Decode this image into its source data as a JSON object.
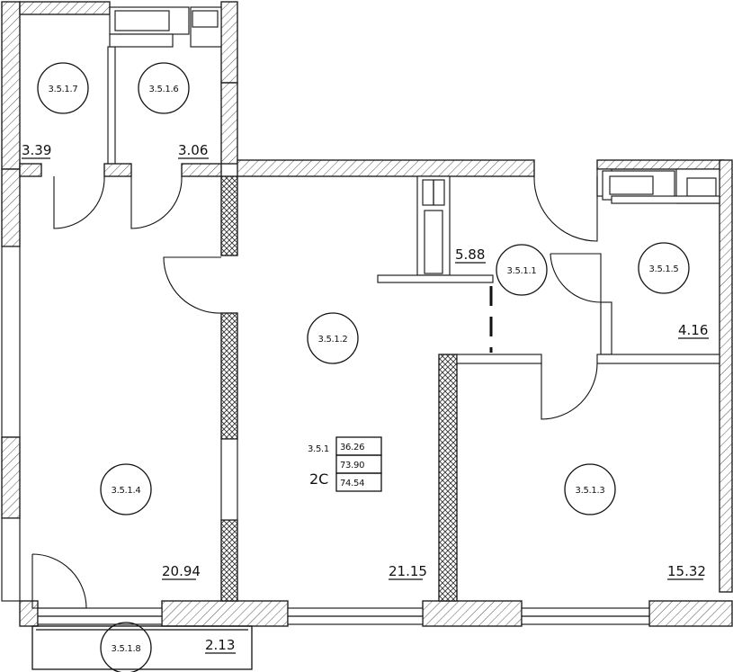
{
  "rooms": [
    {
      "id": "3.5.1.7",
      "area": "3.39"
    },
    {
      "id": "3.5.1.6",
      "area": "3.06"
    },
    {
      "id": "3.5.1.1",
      "area": "5.88"
    },
    {
      "id": "3.5.1.5",
      "area": "4.16"
    },
    {
      "id": "3.5.1.2",
      "area": "21.15"
    },
    {
      "id": "3.5.1.4",
      "area": "20.94"
    },
    {
      "id": "3.5.1.3",
      "area": "15.32"
    },
    {
      "id": "3.5.1.8",
      "area": "2.13"
    }
  ],
  "summary": {
    "apartment": "3.5.1",
    "type": "2С",
    "living": "36.26",
    "total": "73.90",
    "total_with_balcony": "74.54"
  }
}
